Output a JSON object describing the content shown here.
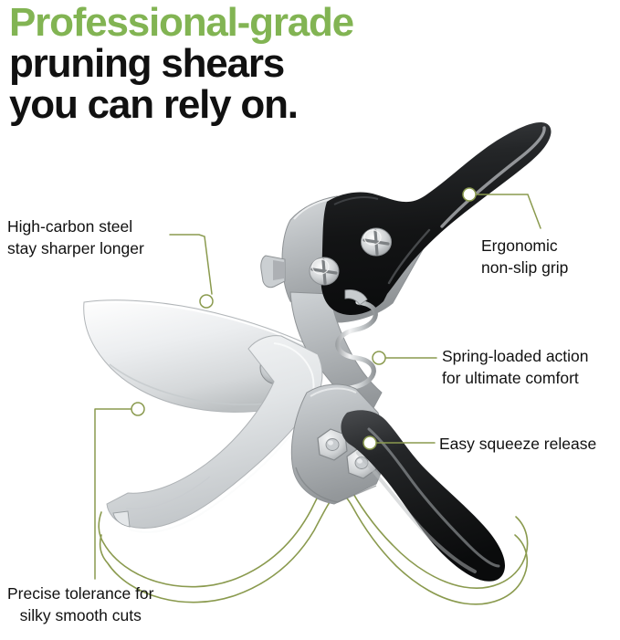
{
  "headline": {
    "line1": "Professional-grade",
    "line2": "pruning shears",
    "line3": "you can rely on.",
    "accent_color": "#82b453",
    "text_color": "#111111"
  },
  "callouts": {
    "steel": {
      "line1": "High-carbon steel",
      "line2": "stay sharper longer"
    },
    "grip": {
      "line1": "Ergonomic",
      "line2": "non-slip grip"
    },
    "spring": {
      "line1": "Spring-loaded action",
      "line2": "for ultimate comfort"
    },
    "squeeze": {
      "line1": "Easy squeeze release",
      "line2": ""
    },
    "precise": {
      "line1": "Precise tolerance for",
      "line2": "silky smooth cuts"
    }
  },
  "product": {
    "name": "pruning-shears",
    "leader_line_color": "#8a9a4e",
    "outline_color": "#8a9a4e",
    "metal_light": "#e9ebec",
    "metal_mid": "#b9bdbf",
    "metal_dark": "#8f9396",
    "blade_light": "#f4f5f6",
    "grip_black": "#1a1a1a",
    "grip_highlight": "#6d6f72"
  },
  "background_color": "#ffffff"
}
